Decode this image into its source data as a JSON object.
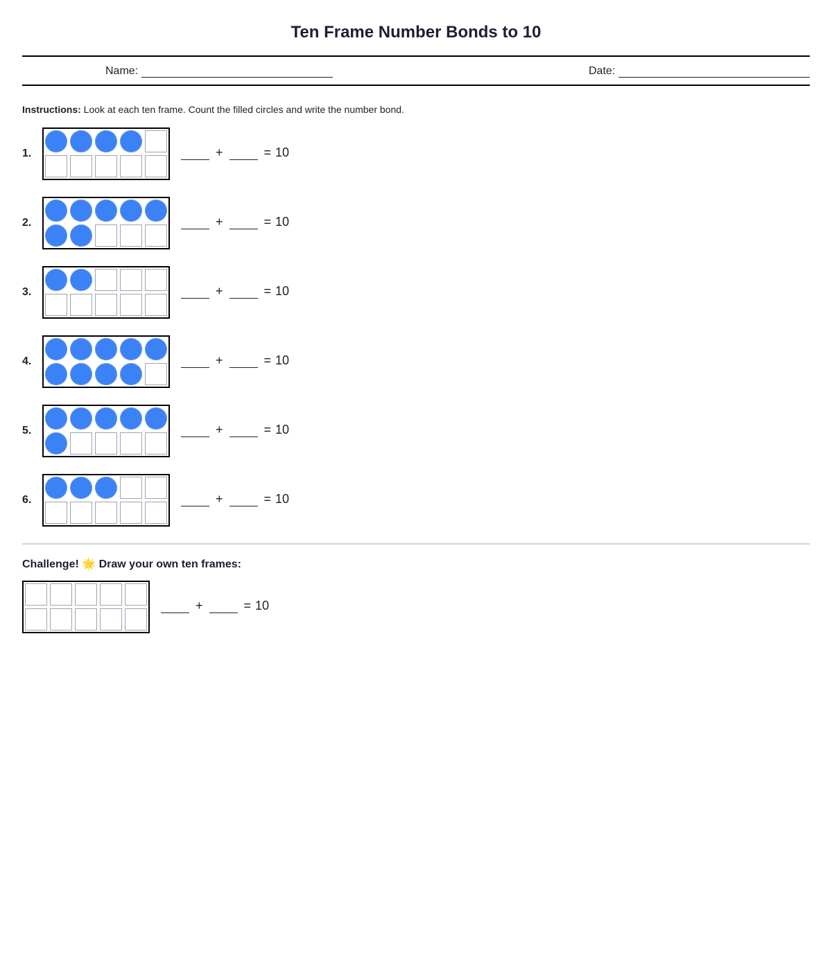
{
  "title": "Ten Frame Number Bonds to 10",
  "header": {
    "name_label": "Name:",
    "date_label": "Date:"
  },
  "instructions": {
    "label": "Instructions:",
    "text": " Look at each ten frame. Count the filled circles and write the number bond."
  },
  "colors": {
    "dot": "#3b82f6",
    "cell_border": "#9ca3af",
    "frame_border": "#000000",
    "divider": "#d1d5db"
  },
  "equation": {
    "plus": "+",
    "equals": "=",
    "total": "10"
  },
  "problems": [
    {
      "number": "1.",
      "filled": 4
    },
    {
      "number": "2.",
      "filled": 7
    },
    {
      "number": "3.",
      "filled": 2
    },
    {
      "number": "4.",
      "filled": 9
    },
    {
      "number": "5.",
      "filled": 6
    },
    {
      "number": "6.",
      "filled": 3
    }
  ],
  "challenge": {
    "title": "Challenge! 🌟 Draw your own ten frames:",
    "filled": 0
  }
}
